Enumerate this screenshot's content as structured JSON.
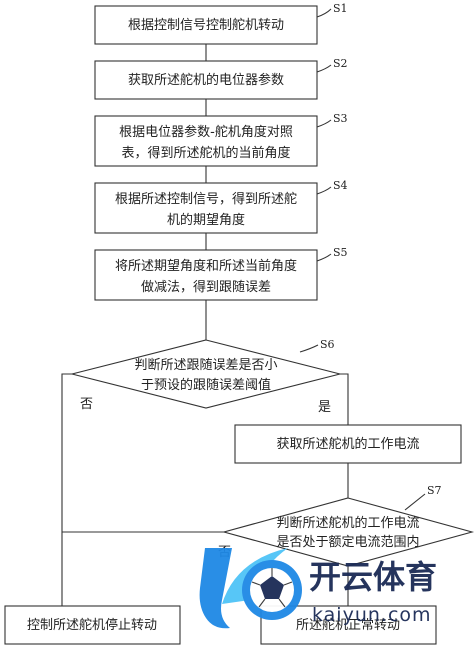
{
  "steps": {
    "s1": {
      "label": "S1",
      "line1": "根据控制信号控制舵机转动"
    },
    "s2": {
      "label": "S2",
      "line1": "获取所述舵机的电位器参数"
    },
    "s3": {
      "label": "S3",
      "line1": "根据电位器参数-舵机角度对照",
      "line2": "表，得到所述舵机的当前角度"
    },
    "s4": {
      "label": "S4",
      "line1": "根据所述控制信号，得到所述舵",
      "line2": "机的期望角度"
    },
    "s5": {
      "label": "S5",
      "line1": "将所述期望角度和所述当前角度",
      "line2": "做减法，得到跟随误差"
    },
    "s6": {
      "label": "S6",
      "line1": "判断所述跟随误差是否小",
      "line2": "于预设的跟随误差阈值"
    },
    "current": {
      "line1": "获取所述舵机的工作电流"
    },
    "s7": {
      "label": "S7",
      "line1": "判断所述舵机的工作电流",
      "line2": "是否处于额定电流范围内"
    },
    "stop": {
      "line1": "控制所述舵机停止转动"
    },
    "normal": {
      "line1": "所述舵机正常转动"
    }
  },
  "branches": {
    "s6_no": "否",
    "s6_yes": "是",
    "s7_no": "否"
  },
  "watermark": {
    "brand": "开云体育",
    "url": "kaiyun.com",
    "colors": {
      "blue": "#1e88e5",
      "navy": "#1a2a55",
      "cyan": "#4fc3f7"
    }
  }
}
